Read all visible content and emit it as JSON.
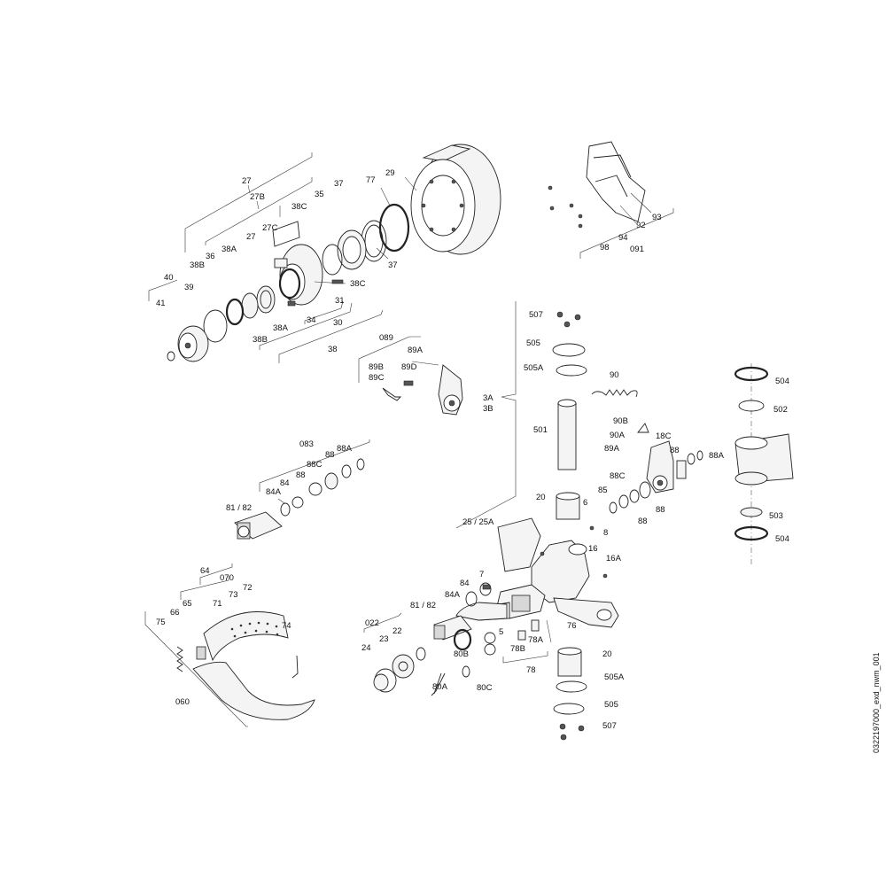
{
  "document_id": "0322197000_exd_nwm_001",
  "callouts": {
    "c27_top": "27",
    "c27B": "27B",
    "c38C_a": "38C",
    "c35": "35",
    "c37_a": "37",
    "c77": "77",
    "c29": "29",
    "c27C": "27C",
    "c27_mid": "27",
    "c38A_a": "38A",
    "c36": "36",
    "c38B_a": "38B",
    "c40": "40",
    "c39": "39",
    "c41": "41",
    "c38B_b": "38B",
    "c38A_b": "38A",
    "c34": "34",
    "c31": "31",
    "c30": "30",
    "c38": "38",
    "c38C_b": "38C",
    "c37_b": "37",
    "c93": "93",
    "c92": "92",
    "c94": "94",
    "c98": "98",
    "c091": "091",
    "c089": "089",
    "c89A_a": "89A",
    "c89B": "89B",
    "c89D": "89D",
    "c89C": "89C",
    "c3A": "3A",
    "c3B": "3B",
    "c507_a": "507",
    "c505_a": "505",
    "c505A_a": "505A",
    "c90": "90",
    "c501": "501",
    "c90B": "90B",
    "c90A": "90A",
    "c89A_b": "89A",
    "c18C": "18C",
    "c88_a": "88",
    "c88A_b": "88A",
    "c88C_b": "88C",
    "c85": "85",
    "c88_b": "88",
    "c88_c": "88",
    "c20_a": "20",
    "c6": "6",
    "c8": "8",
    "c16": "16",
    "c16A": "16A",
    "c25": "25 / 25A",
    "c504_a": "504",
    "c502": "502",
    "c503": "503",
    "c504_b": "504",
    "c083": "083",
    "c88_d": "88",
    "c88A_a": "88A",
    "c88C_a": "88C",
    "c88_e": "88",
    "c84_a": "84",
    "c84A_a": "84A",
    "c8182_a": "81 / 82",
    "c64": "64",
    "c070": "070",
    "c73": "73",
    "c72": "72",
    "c71": "71",
    "c65": "65",
    "c66": "66",
    "c75": "75",
    "c74": "74",
    "c060": "060",
    "c7": "7",
    "c84_b": "84",
    "c84A_b": "84A",
    "c8182_b": "81 / 82",
    "c022": "022",
    "c22": "22",
    "c23": "23",
    "c24": "24",
    "c5": "5",
    "c78A": "78A",
    "c78B": "78B",
    "c76": "76",
    "c78": "78",
    "c80B": "80B",
    "c80A": "80A",
    "c80C": "80C",
    "c20_b": "20",
    "c505A_b": "505A",
    "c505_b": "505",
    "c507_b": "507"
  }
}
